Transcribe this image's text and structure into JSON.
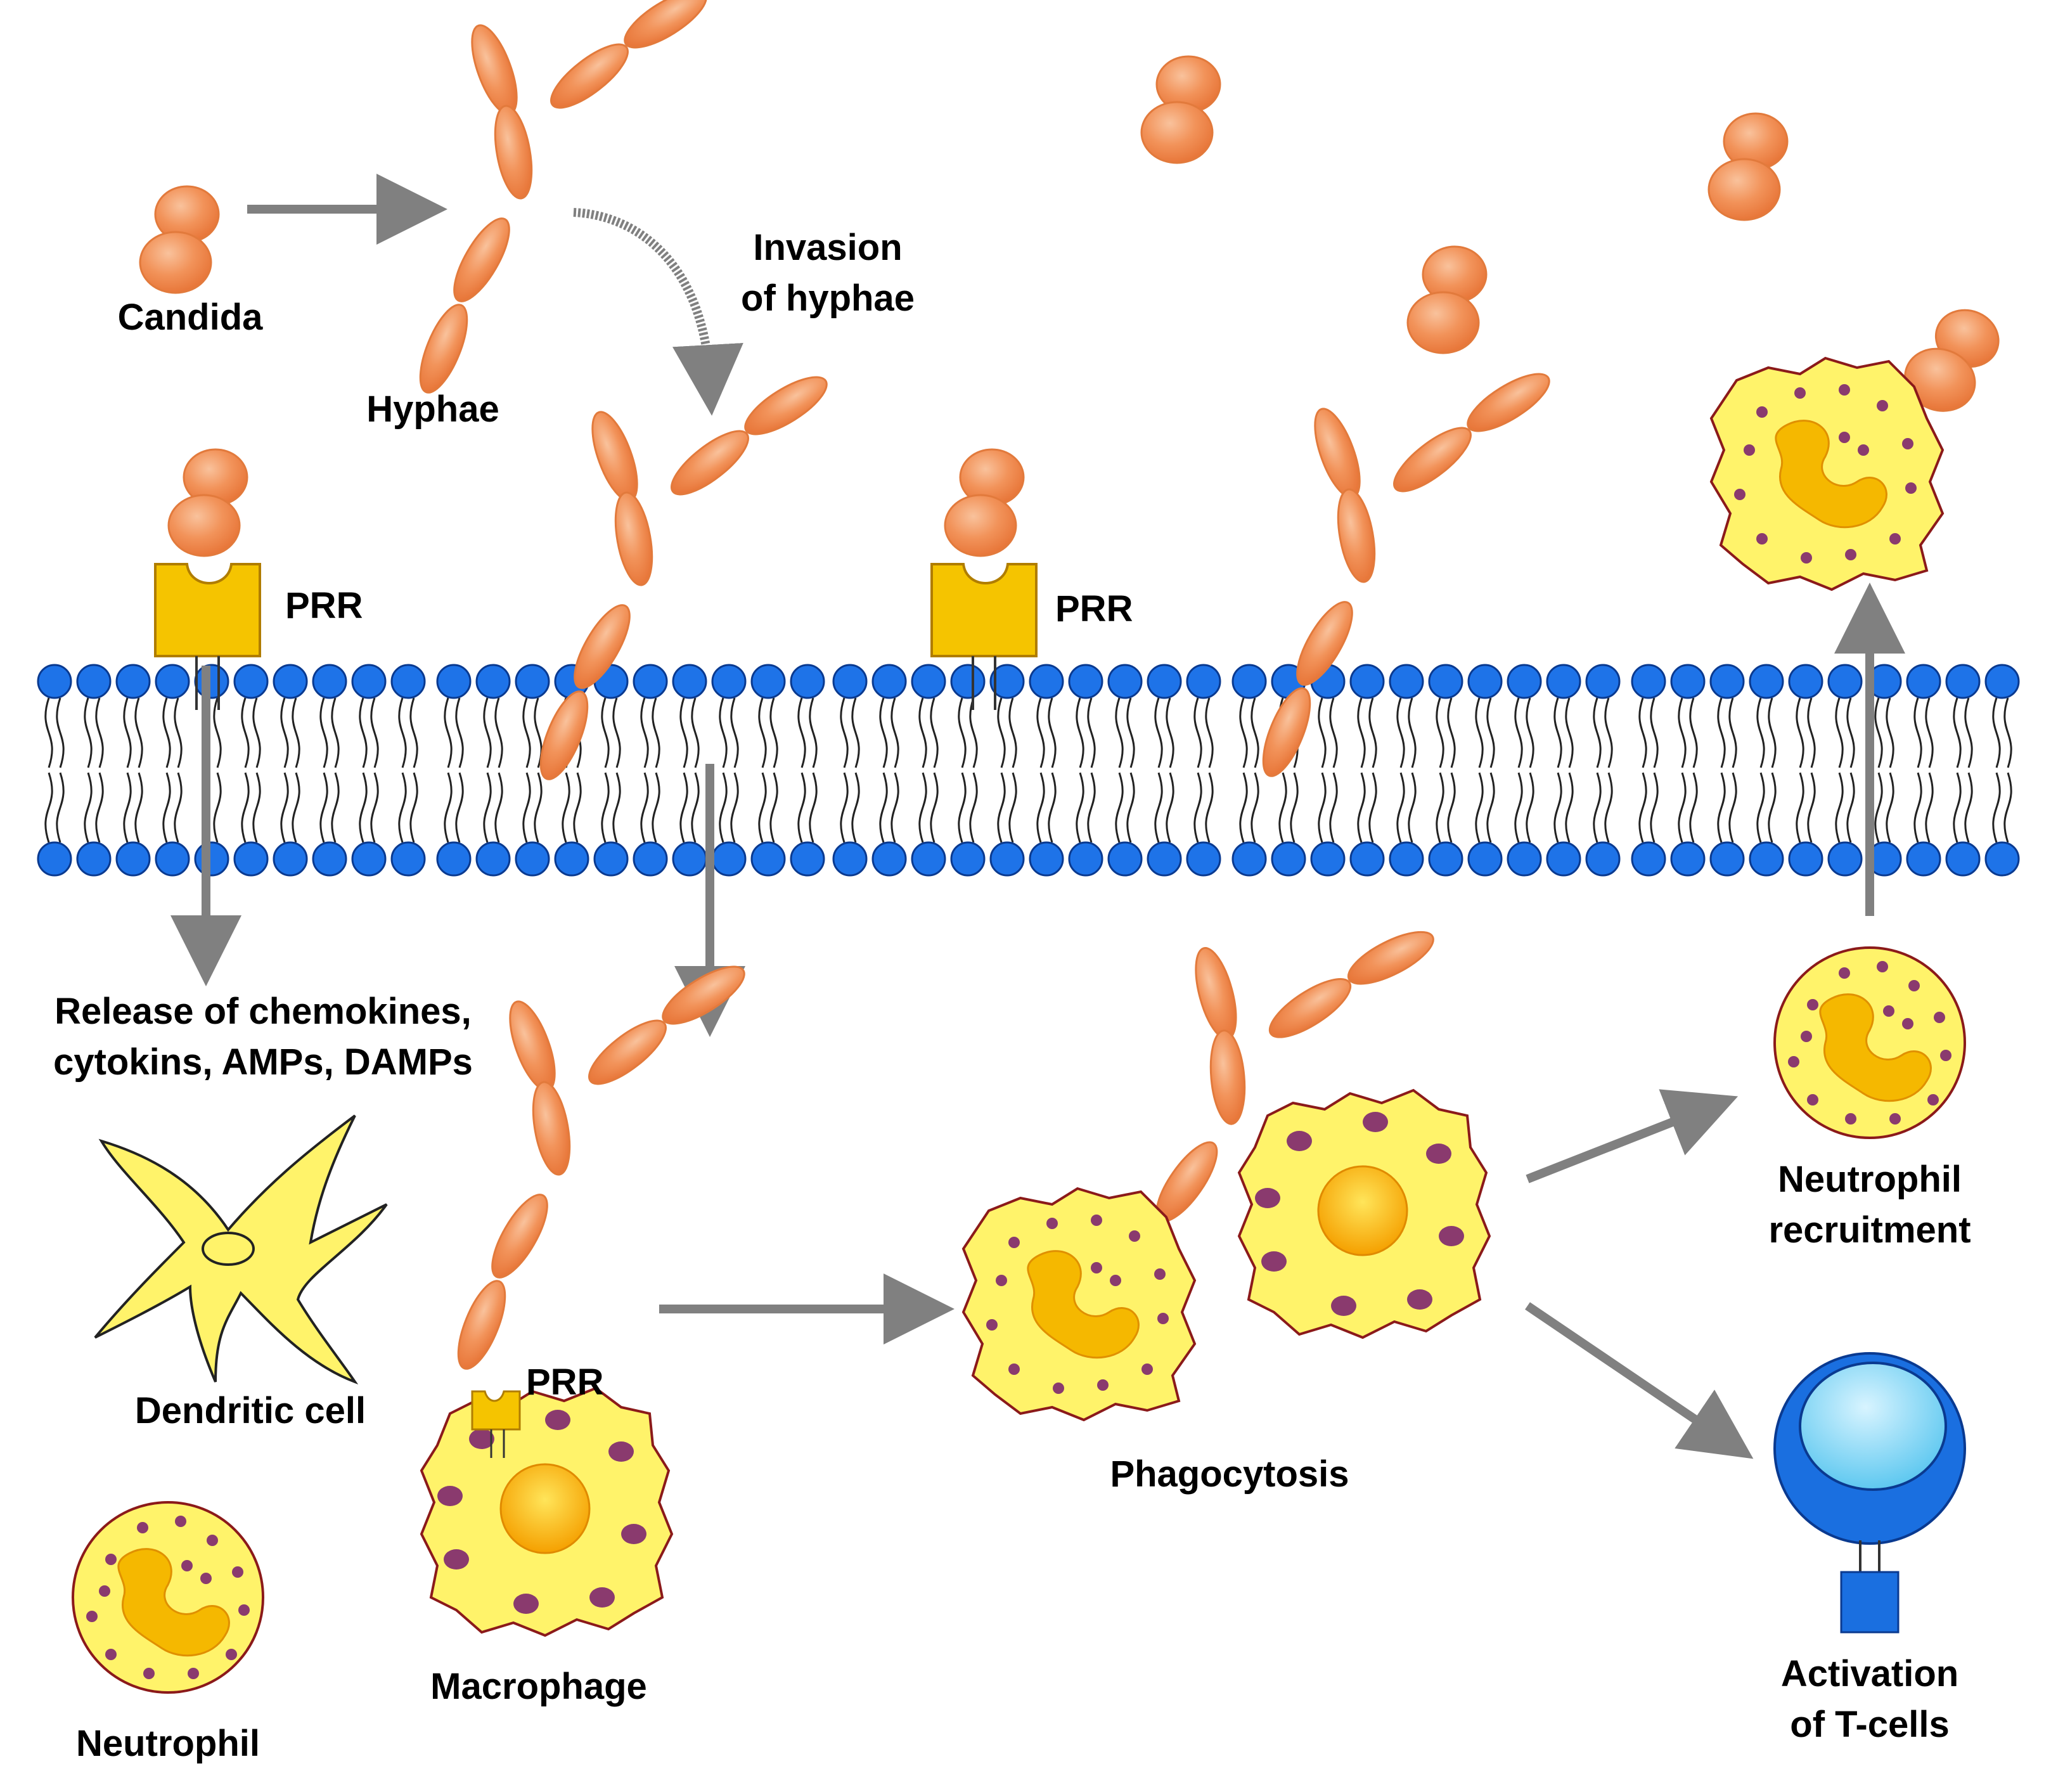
{
  "labels": {
    "candida": "Candida",
    "hyphae": "Hyphae",
    "invasion_line1": "Invasion",
    "invasion_line2": "of hyphae",
    "prr": "PRR",
    "release_line1": "Release of chemokines,",
    "release_line2": "cytokins, AMPs, DAMPs",
    "dendritic_cell": "Dendritic cell",
    "neutrophil": "Neutrophil",
    "macrophage": "Macrophage",
    "phagocytosis": "Phagocytosis",
    "neutrophil_recruitment_line1": "Neutrophil",
    "neutrophil_recruitment_line2": "recruitment",
    "tcell_line1": "Activation",
    "tcell_line2": "of T-cells"
  },
  "colors": {
    "candida_orange": "#f08a4b",
    "candida_light": "#f7b68b",
    "membrane_blue": "#1e73e8",
    "receptor_yellow": "#f5c400",
    "cell_yellow": "#fff36a",
    "cell_outline": "#8b1a1a",
    "granule": "#8a3a6e",
    "arrow_gray": "#808080",
    "tcell_blue": "#1a6fe0"
  }
}
